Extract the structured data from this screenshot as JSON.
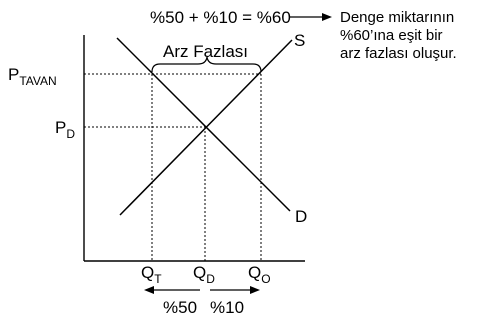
{
  "top_equation": "%50 + %10 = %60",
  "note_lines": [
    "Denge miktarının",
    "%60’ına eşit bir",
    "arz fazlası oluşur."
  ],
  "surplus_label": "Arz Fazlası",
  "curves": {
    "supply": "S",
    "demand": "D"
  },
  "price_labels": {
    "ceiling": {
      "main": "P",
      "sub": "TAVAN"
    },
    "equilibrium": {
      "main": "P",
      "sub": "D"
    }
  },
  "quantity_labels": [
    {
      "main": "Q",
      "sub": "T"
    },
    {
      "main": "Q",
      "sub": "D"
    },
    {
      "main": "Q",
      "sub": "O"
    }
  ],
  "bottom_percent": {
    "left": "%50",
    "right": "%10"
  }
}
